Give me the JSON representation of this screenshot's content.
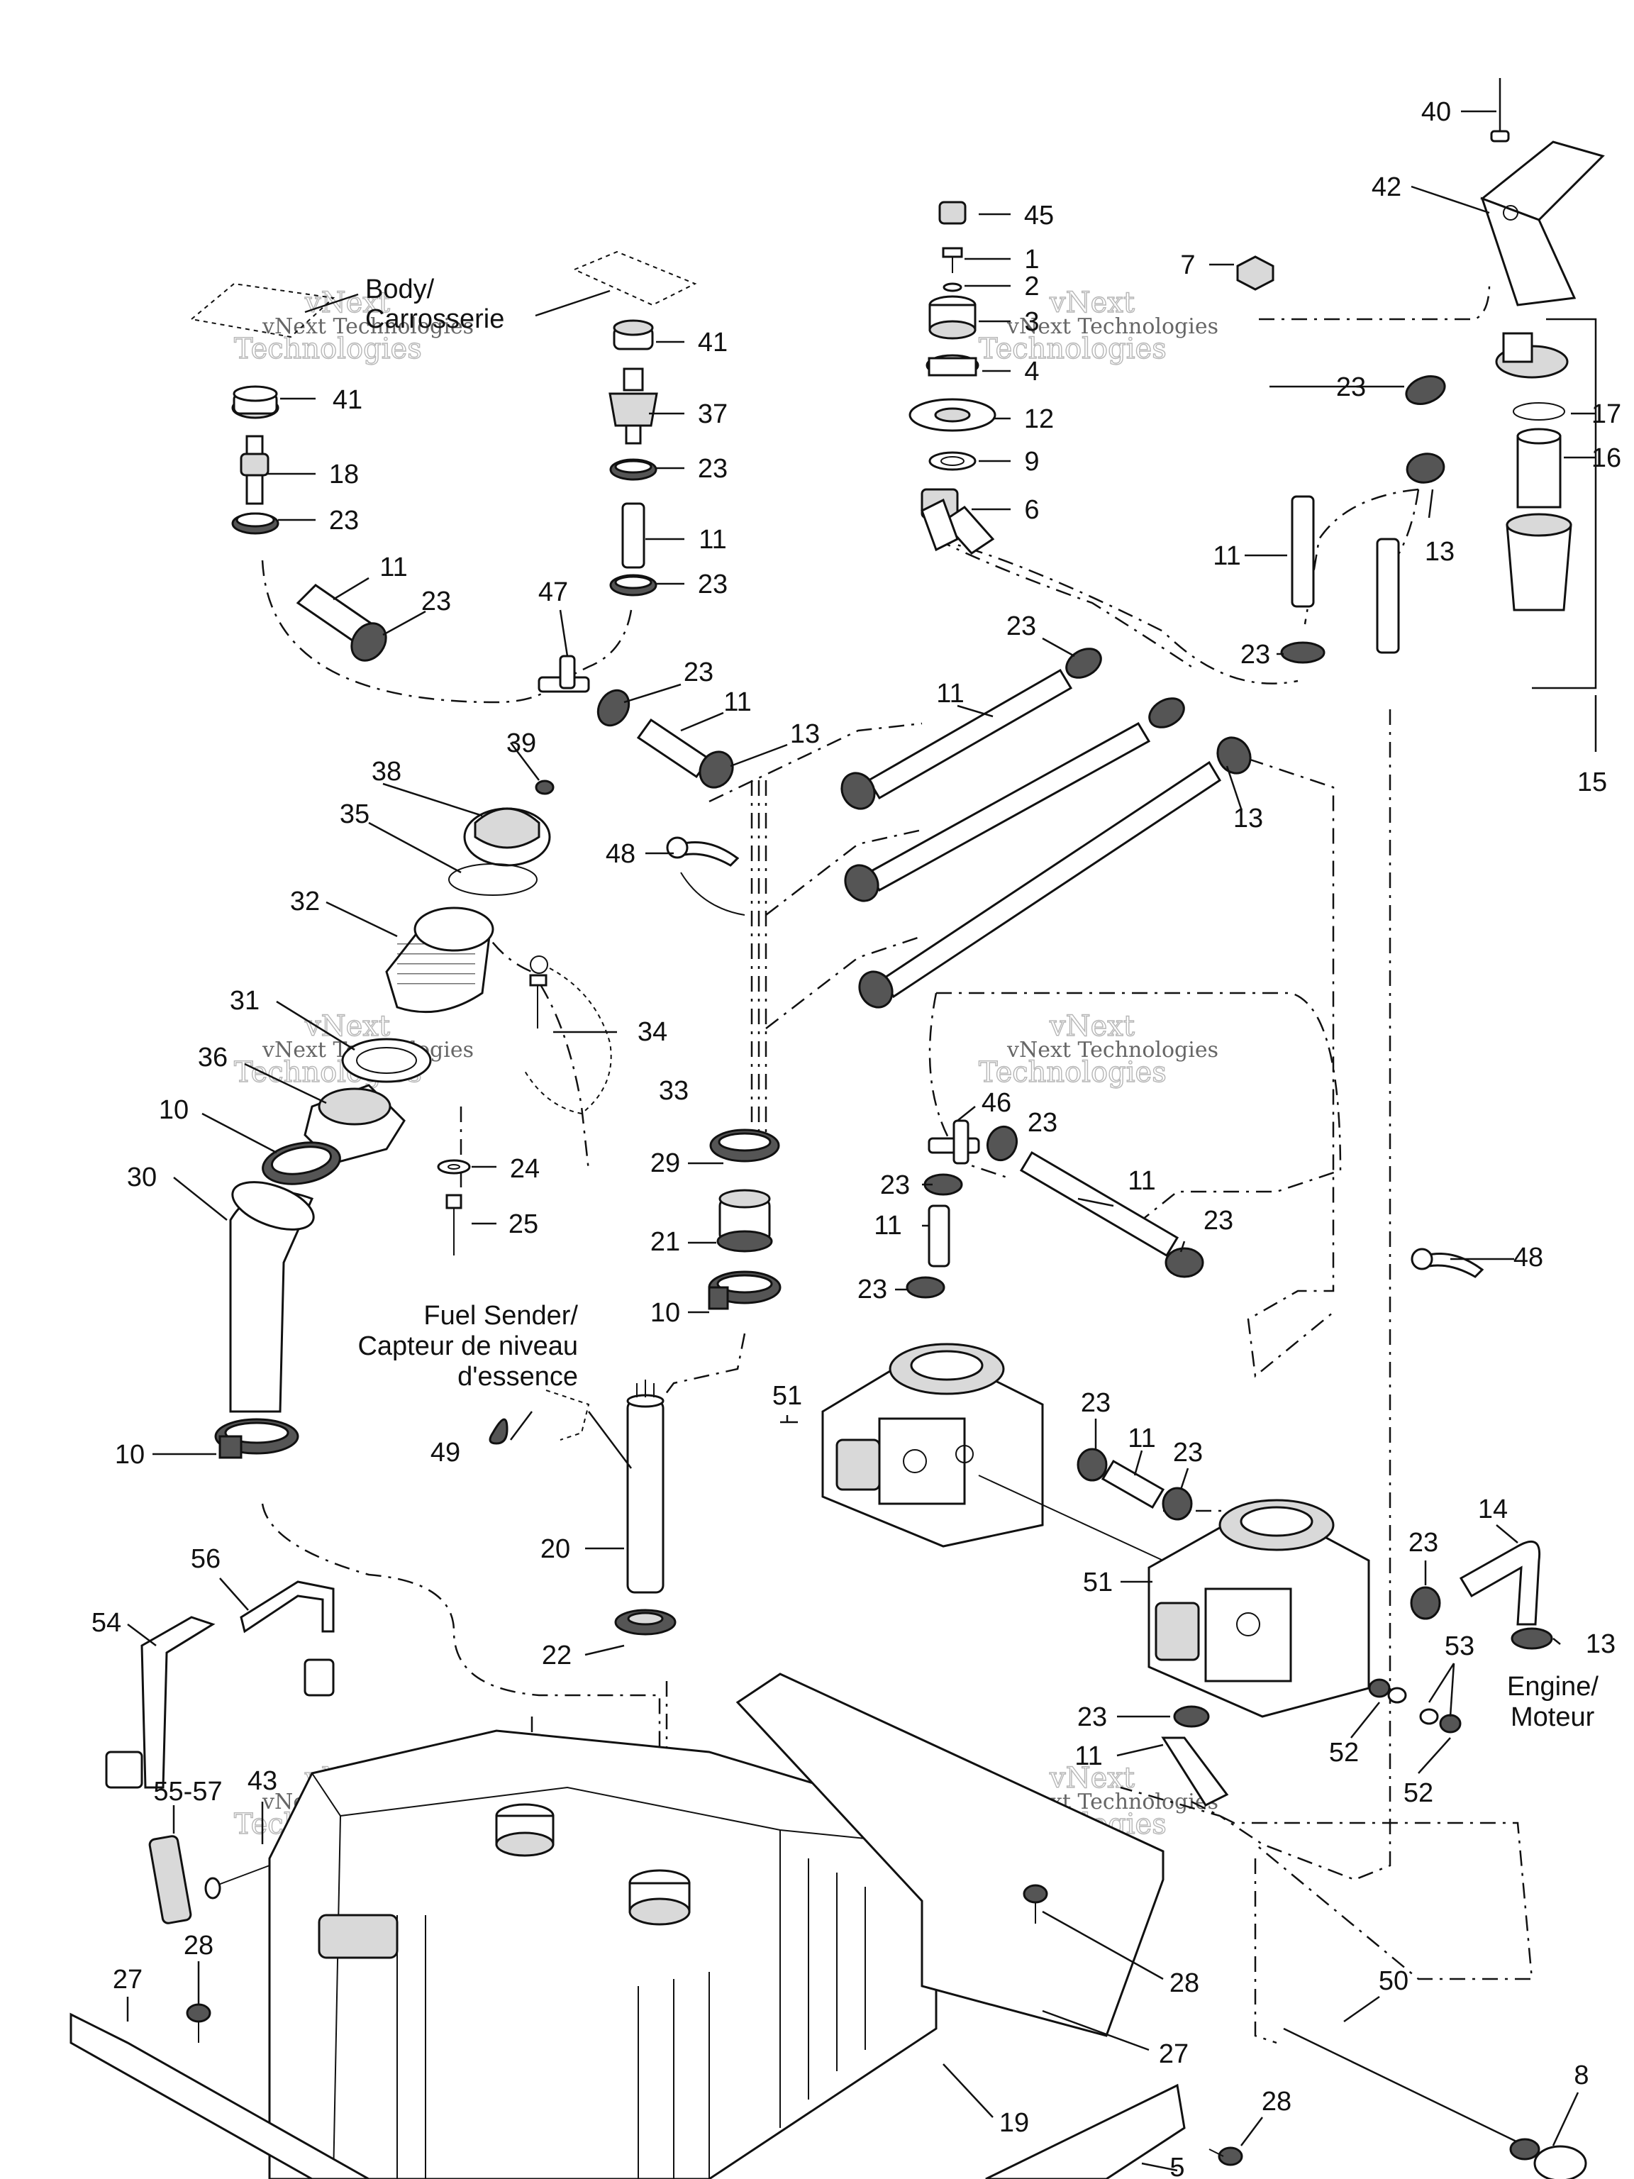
{
  "labels": {
    "body": [
      "Body/",
      "Carrosserie"
    ],
    "fuel_sender": [
      "Fuel Sender/",
      "Capteur de niveau",
      "d'essence"
    ],
    "engine": [
      "Engine/",
      "Moteur"
    ]
  },
  "watermark": {
    "line1": "vNext",
    "line2": "Technologies",
    "small": "vNext Technologies"
  },
  "callouts": [
    {
      "id": "c40",
      "text": "40"
    },
    {
      "id": "c42",
      "text": "42"
    },
    {
      "id": "c45",
      "text": "45"
    },
    {
      "id": "c1",
      "text": "1"
    },
    {
      "id": "c2",
      "text": "2"
    },
    {
      "id": "c3",
      "text": "3"
    },
    {
      "id": "c7",
      "text": "7"
    },
    {
      "id": "c4",
      "text": "4"
    },
    {
      "id": "c12",
      "text": "12"
    },
    {
      "id": "c9",
      "text": "9"
    },
    {
      "id": "c6",
      "text": "6"
    },
    {
      "id": "c41a",
      "text": "41"
    },
    {
      "id": "c41b",
      "text": "41"
    },
    {
      "id": "c37",
      "text": "37"
    },
    {
      "id": "c23a",
      "text": "23"
    },
    {
      "id": "c18",
      "text": "18"
    },
    {
      "id": "c23b",
      "text": "23"
    },
    {
      "id": "c11a",
      "text": "11"
    },
    {
      "id": "c23c",
      "text": "23"
    },
    {
      "id": "c11b",
      "text": "11"
    },
    {
      "id": "c23d",
      "text": "23"
    },
    {
      "id": "c47",
      "text": "47"
    },
    {
      "id": "c23e",
      "text": "23"
    },
    {
      "id": "c11c",
      "text": "11"
    },
    {
      "id": "c13a",
      "text": "13"
    },
    {
      "id": "c11d",
      "text": "11"
    },
    {
      "id": "c23f",
      "text": "23"
    },
    {
      "id": "c23g",
      "text": "23"
    },
    {
      "id": "c17",
      "text": "17"
    },
    {
      "id": "c16",
      "text": "16"
    },
    {
      "id": "c13b",
      "text": "13"
    },
    {
      "id": "c11e",
      "text": "11"
    },
    {
      "id": "c23h",
      "text": "23"
    },
    {
      "id": "c15",
      "text": "15"
    },
    {
      "id": "c39",
      "text": "39"
    },
    {
      "id": "c38",
      "text": "38"
    },
    {
      "id": "c35",
      "text": "35"
    },
    {
      "id": "c48a",
      "text": "48"
    },
    {
      "id": "c13c",
      "text": "13"
    },
    {
      "id": "c32",
      "text": "32"
    },
    {
      "id": "c31",
      "text": "31"
    },
    {
      "id": "c34",
      "text": "34"
    },
    {
      "id": "c36",
      "text": "36"
    },
    {
      "id": "c33",
      "text": "33"
    },
    {
      "id": "c10a",
      "text": "10"
    },
    {
      "id": "c24",
      "text": "24"
    },
    {
      "id": "c30",
      "text": "30"
    },
    {
      "id": "c25",
      "text": "25"
    },
    {
      "id": "c29",
      "text": "29"
    },
    {
      "id": "c46",
      "text": "46"
    },
    {
      "id": "c23i",
      "text": "23"
    },
    {
      "id": "c23j",
      "text": "23"
    },
    {
      "id": "c11f",
      "text": "11"
    },
    {
      "id": "c11g",
      "text": "11"
    },
    {
      "id": "c23k",
      "text": "23"
    },
    {
      "id": "c21",
      "text": "21"
    },
    {
      "id": "c23l",
      "text": "23"
    },
    {
      "id": "c48b",
      "text": "48"
    },
    {
      "id": "c10b",
      "text": "10"
    },
    {
      "id": "c51a",
      "text": "51"
    },
    {
      "id": "c23m",
      "text": "23"
    },
    {
      "id": "c11h",
      "text": "11"
    },
    {
      "id": "c23n",
      "text": "23"
    },
    {
      "id": "c49",
      "text": "49"
    },
    {
      "id": "c10c",
      "text": "10"
    },
    {
      "id": "c20",
      "text": "20"
    },
    {
      "id": "c14",
      "text": "14"
    },
    {
      "id": "c23o",
      "text": "23"
    },
    {
      "id": "c51b",
      "text": "51"
    },
    {
      "id": "c13d",
      "text": "13"
    },
    {
      "id": "c53",
      "text": "53"
    },
    {
      "id": "c56",
      "text": "56"
    },
    {
      "id": "c54",
      "text": "54"
    },
    {
      "id": "c22",
      "text": "22"
    },
    {
      "id": "c23p",
      "text": "23"
    },
    {
      "id": "c11i",
      "text": "11"
    },
    {
      "id": "c52a",
      "text": "52"
    },
    {
      "id": "c52b",
      "text": "52"
    },
    {
      "id": "c5557",
      "text": "55-57"
    },
    {
      "id": "c43",
      "text": "43"
    },
    {
      "id": "c28a",
      "text": "28"
    },
    {
      "id": "c27a",
      "text": "27"
    },
    {
      "id": "c28b",
      "text": "28"
    },
    {
      "id": "c27b",
      "text": "27"
    },
    {
      "id": "c50",
      "text": "50"
    },
    {
      "id": "c19",
      "text": "19"
    },
    {
      "id": "c8",
      "text": "8"
    },
    {
      "id": "c28c",
      "text": "28"
    },
    {
      "id": "c5",
      "text": "5"
    }
  ]
}
